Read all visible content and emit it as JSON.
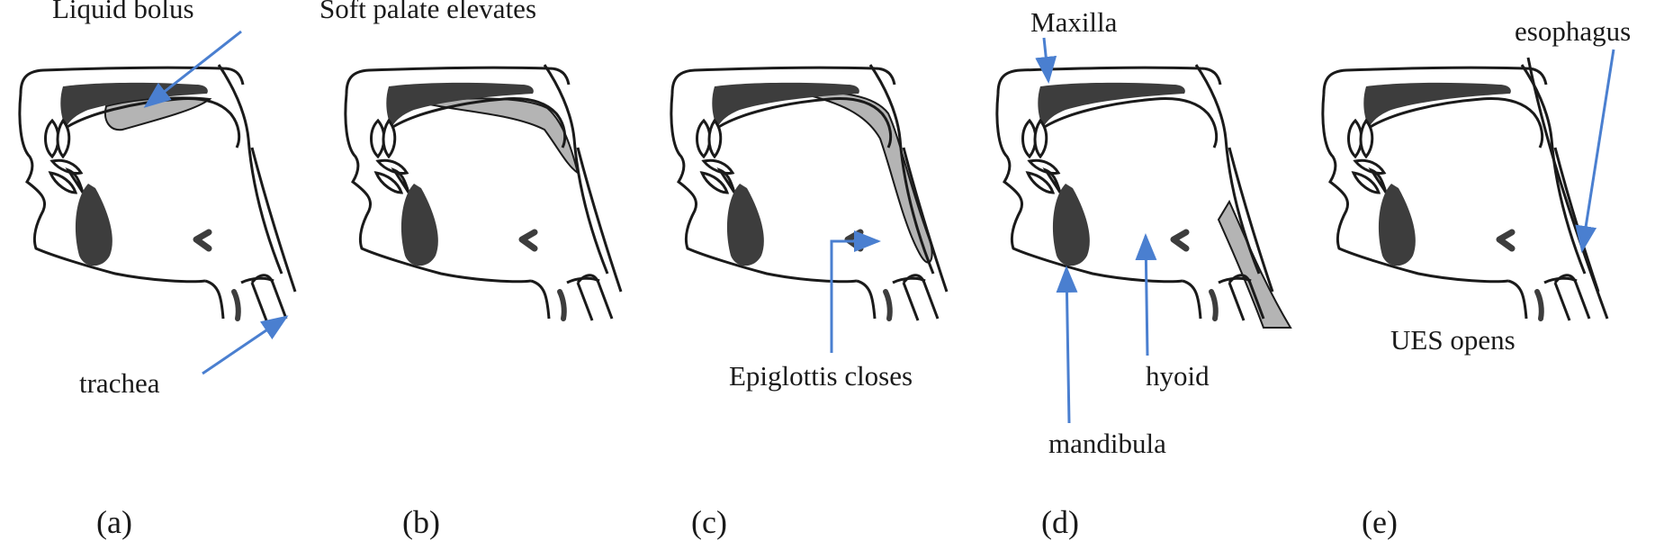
{
  "figure": {
    "panels": [
      {
        "caption": "(a)",
        "variant": "a"
      },
      {
        "caption": "(b)",
        "variant": "b"
      },
      {
        "caption": "(c)",
        "variant": "c"
      },
      {
        "caption": "(d)",
        "variant": "d"
      },
      {
        "caption": "(e)",
        "variant": "e"
      }
    ],
    "annotations": {
      "liquid_bolus": "Liquid bolus",
      "soft_palate": "Soft palate elevates",
      "maxilla": "Maxilla",
      "esophagus": "esophagus",
      "trachea": "trachea",
      "epiglottis": "Epiglottis closes",
      "hyoid": "hyoid",
      "mandibula": "mandibula",
      "ues": "UES opens"
    },
    "colors": {
      "outline": "#1a1a1a",
      "dark_fill": "#3d3d3d",
      "bolus_fill": "#b4b4b4",
      "arrow": "#4a7fd0",
      "background": "#ffffff"
    }
  }
}
